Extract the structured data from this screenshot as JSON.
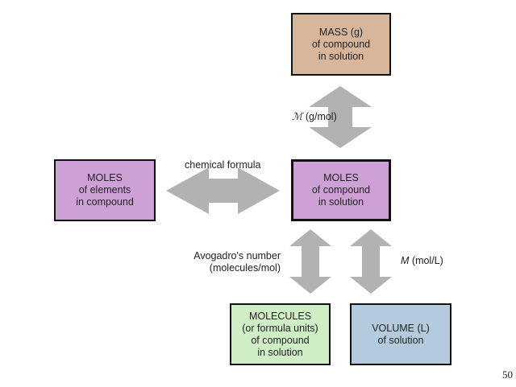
{
  "boxes": {
    "mass": {
      "lines": [
        "MASS (g)",
        "of compound",
        "in solution"
      ],
      "color": "#d8b69b"
    },
    "moles_elements": {
      "lines": [
        "MOLES",
        "of elements",
        "in compound"
      ],
      "color": "#cea1d6"
    },
    "moles_compound": {
      "lines": [
        "MOLES",
        "of compound",
        "in solution"
      ],
      "color": "#cea1d6"
    },
    "molecules": {
      "lines": [
        "MOLECULES",
        "(or formula units)",
        "of compound",
        "in solution"
      ],
      "color": "#cfeec6"
    },
    "volume": {
      "lines": [
        "VOLUME (L)",
        "of solution"
      ],
      "color": "#b3cbdc"
    }
  },
  "labels": {
    "molar_mass_symbol": "ℳ",
    "molar_mass_unit": "(g/mol)",
    "chemical_formula": "chemical formula",
    "avogadro_line1": "Avogadro's number",
    "avogadro_line2": "(molecules/mol)",
    "molarity_symbol": "M",
    "molarity_unit": "(mol/L)"
  },
  "arrow_color": "#b2b2b2",
  "page_number": "50"
}
